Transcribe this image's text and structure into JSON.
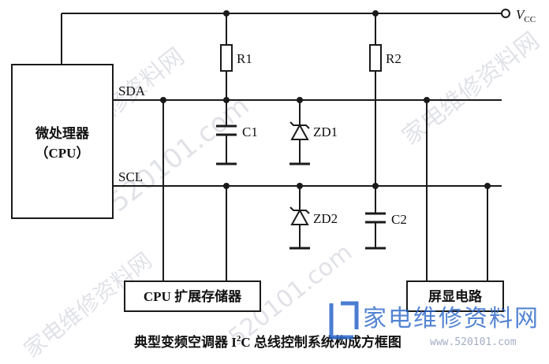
{
  "diagram": {
    "vcc": {
      "main": "V",
      "sub": "CC"
    },
    "cpu": {
      "line1": "微处理器",
      "line2": "（CPU）"
    },
    "bus": {
      "sda": "SDA",
      "scl": "SCL"
    },
    "components": {
      "r1": "R1",
      "r2": "R2",
      "c1": "C1",
      "c2": "C2",
      "zd1": "ZD1",
      "zd2": "ZD2"
    },
    "memory_box": "CPU 扩展存储器",
    "display_box": "屏显电路",
    "caption": {
      "before": "典型变频空调器 I",
      "sup": "2",
      "after": "C 总线控制系统构成方框图"
    }
  },
  "watermark": {
    "site_text": "家电维修资料网",
    "domain_text": "520101.com",
    "logo_text": "家电维修资料网",
    "logo_domain": "www.520101.com",
    "color_logo": "#2a66c9"
  }
}
